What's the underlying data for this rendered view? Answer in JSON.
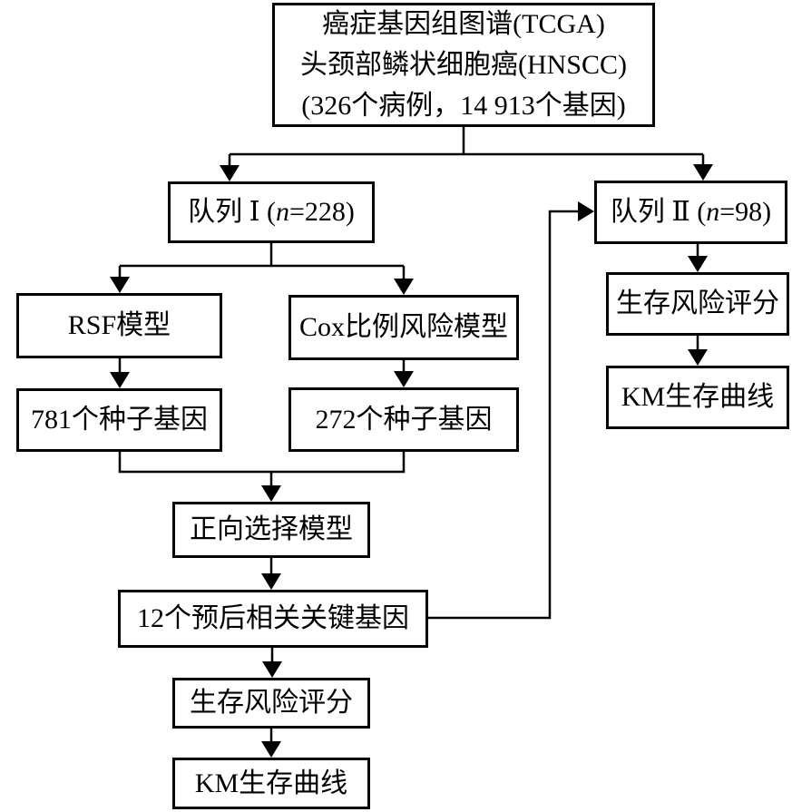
{
  "diagram": {
    "type": "flowchart",
    "colors": {
      "line": "#000000",
      "box_border": "#000000",
      "text": "#000000",
      "background": "#ffffff"
    },
    "nodes": {
      "tcga": {
        "line1": "癌症基因组图谱(TCGA)",
        "line2": "头颈部鳞状细胞癌(HNSCC)",
        "line3": "(326个病例，14 913个基因)"
      },
      "cohort1": {
        "prefix": "队列 Ⅰ (",
        "var": "n",
        "suffix": "=228)"
      },
      "cohort2": {
        "prefix": "队列 Ⅱ (",
        "var": "n",
        "suffix": "=98)"
      },
      "rsf": {
        "label": "RSF模型"
      },
      "cox": {
        "label": "Cox比例风险模型"
      },
      "seed781": {
        "label": "781个种子基因"
      },
      "seed272": {
        "label": "272个种子基因"
      },
      "forward": {
        "label": "正向选择模型"
      },
      "genes12": {
        "label": "12个预后相关关键基因"
      },
      "score_left": {
        "label": "生存风险评分"
      },
      "km_left": {
        "label": "KM生存曲线"
      },
      "score_right": {
        "label": "生存风险评分"
      },
      "km_right": {
        "label": "KM生存曲线"
      }
    },
    "edges": [
      {
        "from": "tcga",
        "to": "cohort1"
      },
      {
        "from": "tcga",
        "to": "cohort2"
      },
      {
        "from": "cohort1",
        "to": "rsf"
      },
      {
        "from": "cohort1",
        "to": "cox"
      },
      {
        "from": "rsf",
        "to": "seed781"
      },
      {
        "from": "cox",
        "to": "seed272"
      },
      {
        "from": "seed781",
        "to": "forward"
      },
      {
        "from": "seed272",
        "to": "forward"
      },
      {
        "from": "forward",
        "to": "genes12"
      },
      {
        "from": "genes12",
        "to": "score_left"
      },
      {
        "from": "genes12",
        "to": "cohort2"
      },
      {
        "from": "score_left",
        "to": "km_left"
      },
      {
        "from": "cohort2",
        "to": "score_right"
      },
      {
        "from": "score_right",
        "to": "km_right"
      }
    ]
  }
}
